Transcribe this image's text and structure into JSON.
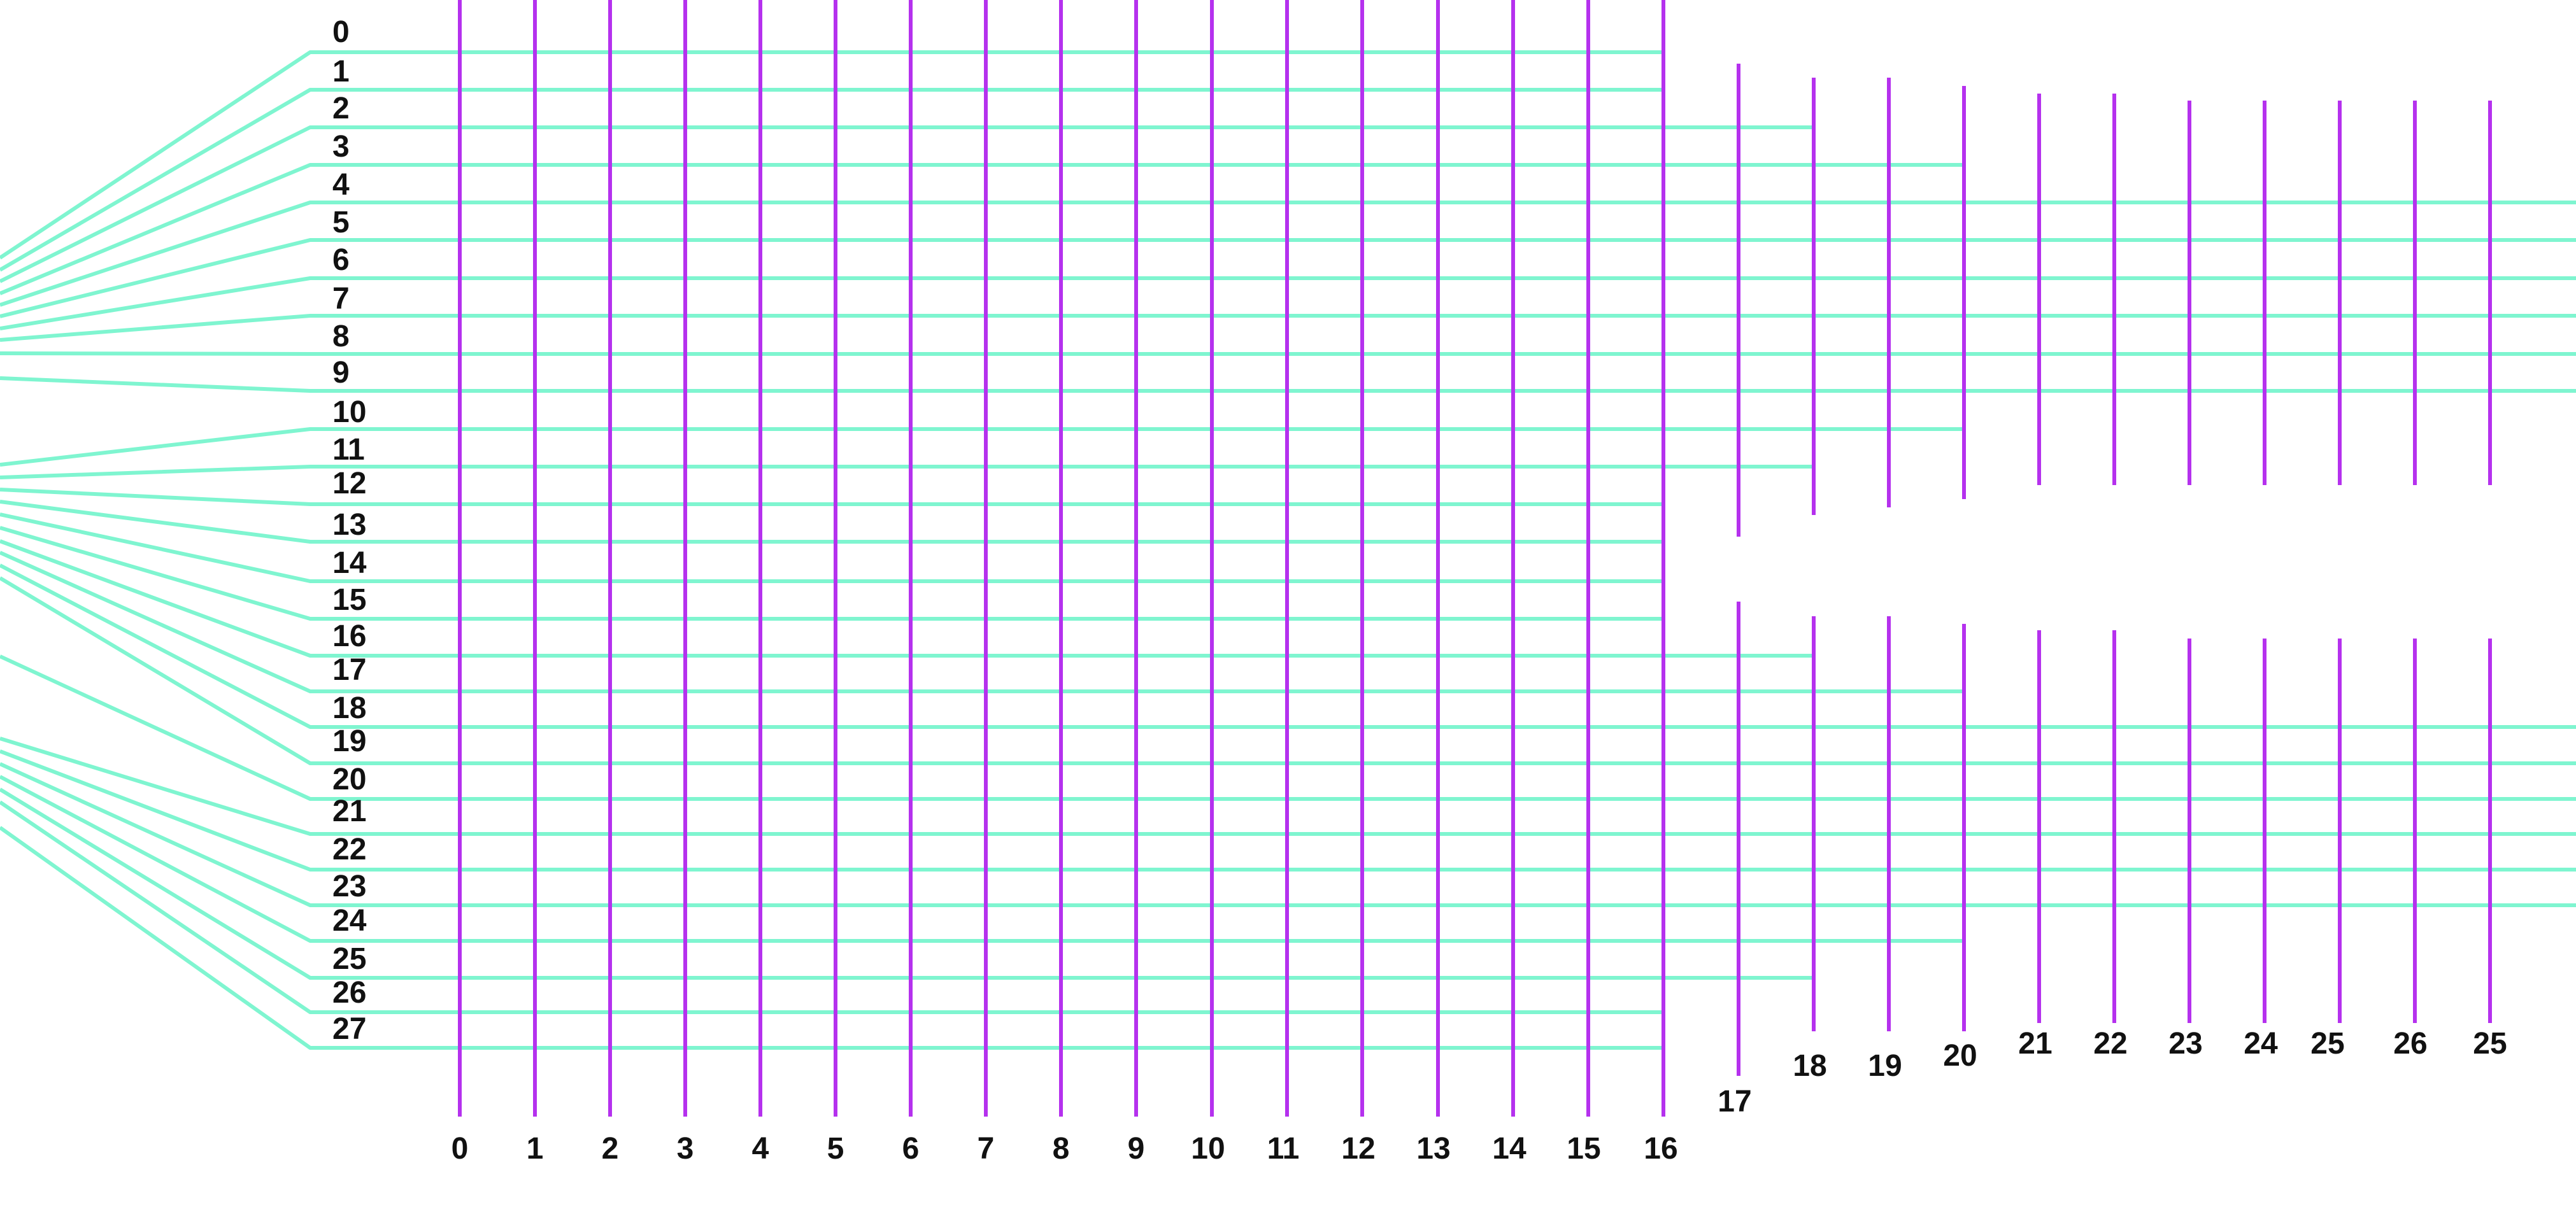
{
  "diagram": {
    "colors": {
      "horizontal_lines": "#7ff5d0",
      "vertical_lines": "#b531ee",
      "labels": "#111111",
      "background": "#ffffff"
    },
    "row_labels": [
      "0",
      "1",
      "2",
      "3",
      "4",
      "5",
      "6",
      "7",
      "8",
      "9",
      "10",
      "11",
      "12",
      "13",
      "14",
      "15",
      "16",
      "17",
      "18",
      "19",
      "20",
      "21",
      "22",
      "23",
      "24",
      "25",
      "26",
      "27"
    ],
    "column_labels": [
      "0",
      "1",
      "2",
      "3",
      "4",
      "5",
      "6",
      "7",
      "8",
      "9",
      "10",
      "11",
      "12",
      "13",
      "14",
      "15",
      "16",
      "17",
      "18",
      "19",
      "20",
      "21",
      "22",
      "23",
      "24",
      "25",
      "26",
      "25"
    ]
  }
}
